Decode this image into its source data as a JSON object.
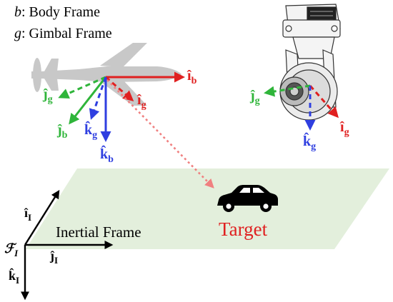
{
  "legend": {
    "body": {
      "symbol": "b",
      "text": ": Body Frame"
    },
    "gimbal": {
      "symbol": "g",
      "text": ": Gimbal  Frame"
    }
  },
  "uav_labels": {
    "i_b": {
      "base": "î",
      "sub": "b"
    },
    "j_g": {
      "base": "ĵ",
      "sub": "g"
    },
    "j_b": {
      "base": "ĵ",
      "sub": "b"
    },
    "k_g": {
      "base": "k̂",
      "sub": "g"
    },
    "i_g": {
      "base": "î",
      "sub": "g"
    },
    "k_b": {
      "base": "k̂",
      "sub": "b"
    }
  },
  "gimbal_labels": {
    "j_g": {
      "base": "ĵ",
      "sub": "g"
    },
    "i_g": {
      "base": "î",
      "sub": "g"
    },
    "k_g": {
      "base": "k̂",
      "sub": "g"
    }
  },
  "inertial": {
    "title": "Inertial Frame",
    "origin": {
      "base": "ℱ",
      "sub": "I"
    },
    "i_I": {
      "base": "î",
      "sub": "I"
    },
    "j_I": {
      "base": "ĵ",
      "sub": "I"
    },
    "k_I": {
      "base": "k̂",
      "sub": "I"
    }
  },
  "target": {
    "label": "Target"
  },
  "colors": {
    "red": "#e02020",
    "green": "#2fb53a",
    "blue": "#2f3fe0",
    "ground": "#e3efdc",
    "uav": "#c8c8c8",
    "dotted": "#f4a0a0"
  }
}
